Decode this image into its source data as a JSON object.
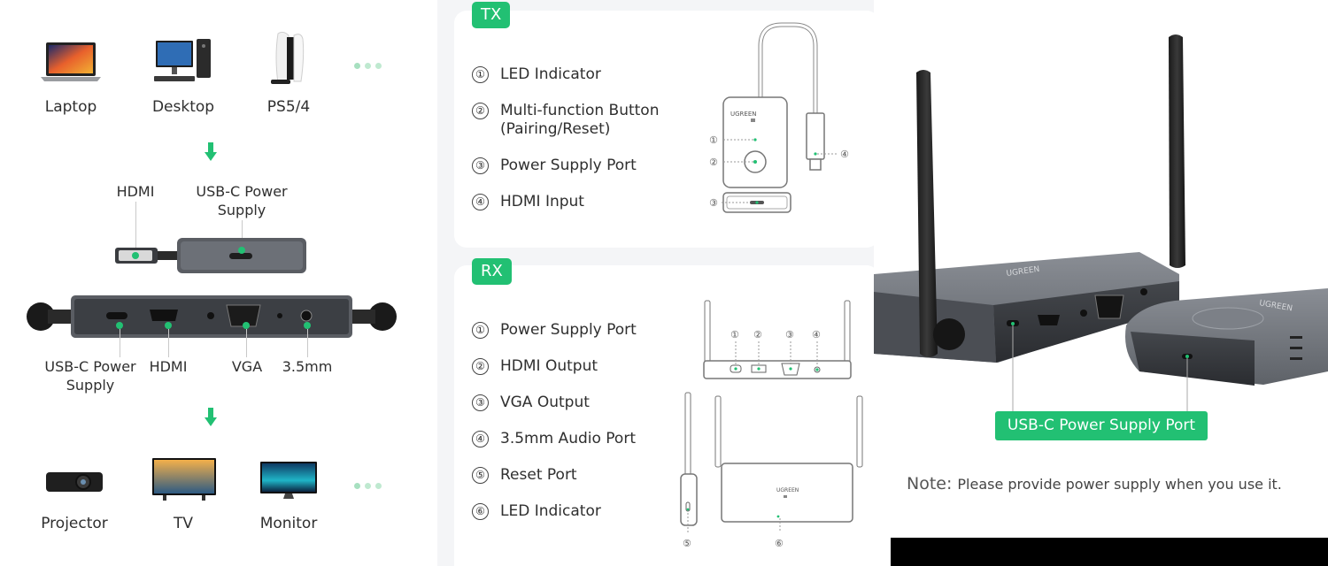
{
  "sources": {
    "devices": [
      {
        "label": "Laptop",
        "icon": "laptop-icon"
      },
      {
        "label": "Desktop",
        "icon": "desktop-icon"
      },
      {
        "label": "PS5/4",
        "icon": "console-icon"
      }
    ]
  },
  "transmitter_ports": {
    "hdmi": "HDMI",
    "usbc_line1": "USB-C Power",
    "usbc_line2": "Supply"
  },
  "receiver_ports": {
    "usbc_line1": "USB-C Power",
    "usbc_line2": "Supply",
    "hdmi": "HDMI",
    "vga": "VGA",
    "audio": "3.5mm"
  },
  "displays": {
    "devices": [
      {
        "label": "Projector",
        "icon": "projector-icon"
      },
      {
        "label": "TV",
        "icon": "tv-icon"
      },
      {
        "label": "Monitor",
        "icon": "monitor-icon"
      }
    ]
  },
  "tx": {
    "badge": "TX",
    "brand": "UGREEN",
    "items": [
      {
        "num": "①",
        "text": "LED Indicator"
      },
      {
        "num": "②",
        "text": "Multi-function Button",
        "text2": "(Pairing/Reset)"
      },
      {
        "num": "③",
        "text": "Power Supply Port"
      },
      {
        "num": "④",
        "text": "HDMI Input"
      }
    ]
  },
  "rx": {
    "badge": "RX",
    "brand": "UGREEN",
    "items": [
      {
        "num": "①",
        "text": "Power Supply Port"
      },
      {
        "num": "②",
        "text": "HDMI Output"
      },
      {
        "num": "③",
        "text": "VGA Output"
      },
      {
        "num": "④",
        "text": "3.5mm Audio Port"
      },
      {
        "num": "⑤",
        "text": "Reset Port"
      },
      {
        "num": "⑥",
        "text": "LED Indicator"
      }
    ]
  },
  "product": {
    "brand": "UGREEN",
    "callout": "USB-C Power Supply Port",
    "note_label": "Note:",
    "note_text": "Please provide power supply when you use it."
  },
  "colors": {
    "accent": "#22c073",
    "panel_bg": "#f4f5f7",
    "device_body": "#5a5d63"
  }
}
